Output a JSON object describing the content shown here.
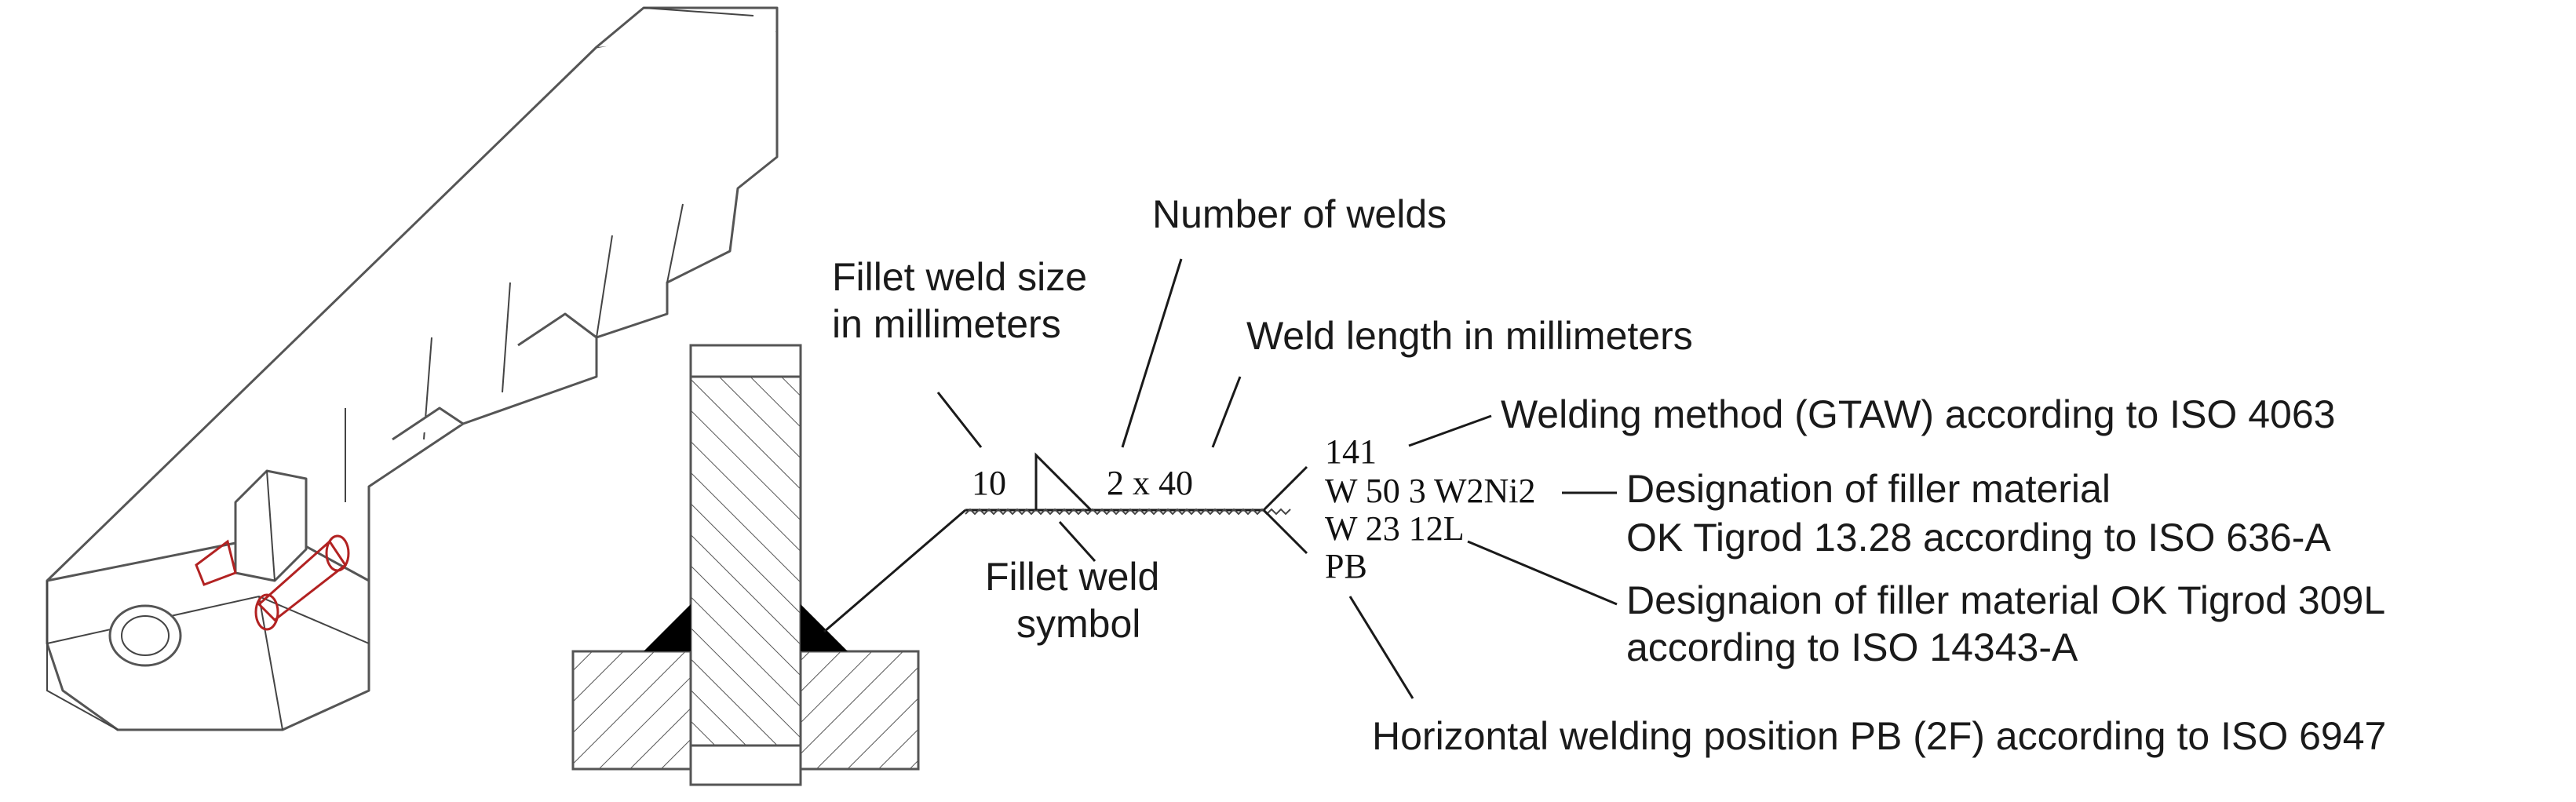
{
  "annotations": {
    "number_of_welds": "Number of welds",
    "fillet_size_line1": "Fillet weld size",
    "fillet_size_line2": "in millimeters",
    "weld_length": "Weld length in millimeters",
    "fillet_symbol_line1": "Fillet weld",
    "fillet_symbol_line2": "symbol",
    "welding_method": "Welding method (GTAW) according to ISO 4063",
    "filler1_line1": "Designation of filler material",
    "filler1_line2": "OK Tigrod 13.28 according to ISO 636-A",
    "filler2_line1": "Designaion of filler material  OK Tigrod 309L",
    "filler2_line2": "according to ISO 14343-A",
    "position": "Horizontal welding position PB (2F) according to ISO 6947"
  },
  "weld_symbol": {
    "size": "10",
    "count_length": "2 x 40",
    "tail_lines": [
      "141",
      "W 50 3 W2Ni2",
      "W 23 12L",
      "PB"
    ]
  },
  "colors": {
    "line": "#1a1a1a",
    "part_outline": "#555555",
    "weld_highlight": "#b22222",
    "weld_fill": "#000000"
  }
}
